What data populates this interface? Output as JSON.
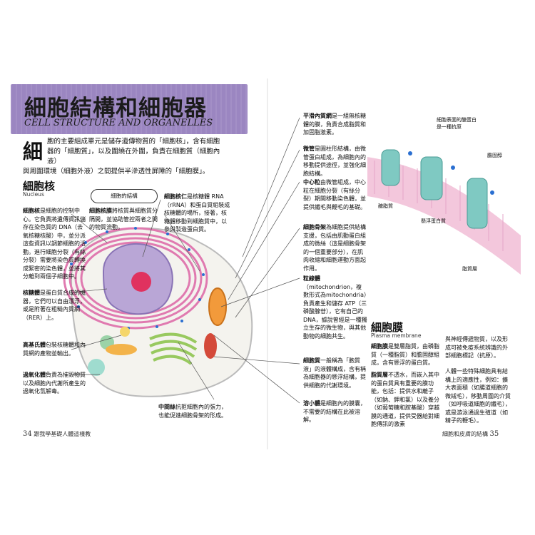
{
  "title": {
    "zh": "細胞結構和細胞器",
    "en": "CELL STRUCTURE AND ORGANELLES"
  },
  "intro": {
    "drop_cap": "細",
    "line1": "胞的主要組成單元是儲存遺傳物質的「細胞核」，含有細胞器的「細胞質」，以及圍繞在外圍，負責在細胞質（細胞內液）",
    "line2": "與周圍環境（細胞外液）之間提供半滲透性屏障的「細胞膜」。"
  },
  "nucleus_section": {
    "title": "細胞核",
    "subtitle": "Nucleus"
  },
  "diagram_pill": "細胞的結構",
  "notes_left": {
    "nucleus_label": "細胞核",
    "nucleus_text": "是細胞的控制中心。它負責將遺傳資訊儲存在染色質的 DNA（去氧核糖核酸）中，並分派這些資訊以調節細胞的活動。進行細胞分裂（有絲分裂）需要將染色質轉換成緊密的染色體，並將其分離到兩個子細胞中。",
    "ribosome_label": "核糖體",
    "ribosome_text": "是蛋白質合成的機器，它們可以自由漂浮，或是附著在粗糙內質網（RER）上。",
    "golgi_label": "高基氏體",
    "golgi_text": "包裝核糖體和內質網的產物並輸出。",
    "peroxisome_label": "過氧化體",
    "peroxisome_text": "負責為摧毀物質以及細胞內代謝所產生的過氧化氫解毒。"
  },
  "notes_mid": {
    "nucleolus_label": "細胞核仁",
    "nucleolus_text": "是核糖體 RNA（rRNA）和蛋白質組裝成核糖體的場所，接著，核糖體移動到細胞質中，以參與製造蛋白質。",
    "pore_label": "細胞核膜",
    "pore_text": "將核質與細胞質分隔開，並協助管控兩者之間的物質流動。",
    "filament_label": "中間絲",
    "filament_text": "抗拒細胞內的張力，也能促進細胞骨架的形成。"
  },
  "notes_right": {
    "ser_label": "平滑內質網",
    "ser_text": "是一組無核糖體的膜，負責合成脂質和加固脂激素。",
    "microtubule_label": "微管",
    "microtubule_text": "是圓柱形結構，由微管蛋白組成，為細胞內的移動提供途徑，並強化細胞結構。",
    "centriole_label": "中心粒",
    "centriole_text": "由微管組成，中心粒在細胞分裂（有絲分裂）期間移動染色體，並提供纖毛與鞭毛的基礎。",
    "cytoskeleton_label": "細胞骨架",
    "cytoskeleton_text": "為細胞提供結構支援，包括由肌動蛋白組成的微絲（這是細胞骨架的一個重要部分），在肌肉收縮和細胞運動方面起作用。",
    "mito_label": "粒線體",
    "mito_text": "（mitochondrion，複數形式為mitochondria）負責產生和儲存 ATP（三磷酸腺苷），它有自己的 DNA，據說曾經是一種獨立生存的微生物，與其他動物的細胞共生。",
    "vesicle_label": "細胞質",
    "vesicle_text": "一般稱為「胞質液」的液體構成，含有稱為細胞器的懸浮結構，提供細胞的代謝環境。",
    "lysosome_label": "溶小體",
    "lysosome_text": "是細胞內的膜囊，不需要的結構在此被溶解。"
  },
  "membrane_labels": {
    "glycocalyx": "細胞表面的醣蛋白是一種抗原",
    "glycolipid": "醣脂質",
    "cholesterol": "膽固醇",
    "protein": "懸浮蛋白質",
    "lipid": "脂質層"
  },
  "membrane_section": {
    "title": "細胞膜",
    "subtitle": "Plasma membrane",
    "p1_bold": "細胞膜",
    "p1": "是雙層脂質，由磷脂質（一種脂質）和膽固醇組成，含有懸浮的蛋白質。",
    "p2_bold": "脂質層",
    "p2": "不透水，而嵌入其中的蛋白質具有重要的膜功能，包括：提供水和離子（如鈉、鉀和氯）以及養分（如葡萄糖和胺基酸）穿越膜的通道，提供受器給對細胞傳訊的激素",
    "col2a": "與神經傳遞物質，以及形成可被免疫系統辨識的外部細胞標記（抗原）。",
    "col2b": "人體一些特殊細胞具有結構上的適應性，例如：擴大表面積（如腸道細胞的微絨毛），移動周圍的介質（如呼吸道細胞的纖毛），或是游泳通過生殖道（如精子的鞭毛）。"
  },
  "folio": {
    "left_num": "34",
    "left_text": "跟我學基礎人體這樣教",
    "right_text": "細胞和皮膚的結構",
    "right_num": "35"
  },
  "colors": {
    "title_band": "#9b86c1",
    "membrane_pink": "#e4a6c9",
    "membrane_teal": "#7fc9c2",
    "nucleus_purple": "#b9a6d6",
    "nucleolus_red": "#e0325f",
    "er_pink": "#e07ab0",
    "mito_orange": "#f29a3b",
    "golgi_green": "#98c95f",
    "ribosome_blue": "#2a6fd1"
  }
}
